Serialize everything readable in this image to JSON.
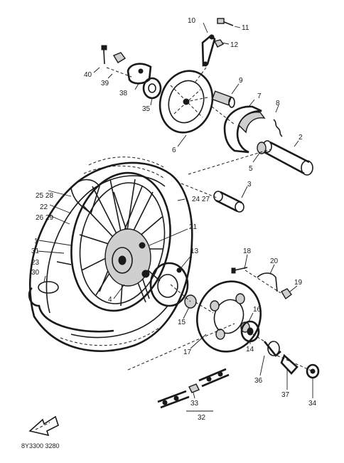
{
  "diagram": {
    "drawing_code": "8Y3300 3280",
    "callouts": [
      {
        "id": "c1",
        "text": "1"
      },
      {
        "id": "c2",
        "text": "2"
      },
      {
        "id": "c3",
        "text": "3"
      },
      {
        "id": "c4",
        "text": "4"
      },
      {
        "id": "c5",
        "text": "5"
      },
      {
        "id": "c6",
        "text": "6"
      },
      {
        "id": "c7",
        "text": "7"
      },
      {
        "id": "c8",
        "text": "8"
      },
      {
        "id": "c9",
        "text": "9"
      },
      {
        "id": "c10",
        "text": "10"
      },
      {
        "id": "c11",
        "text": "11"
      },
      {
        "id": "c12",
        "text": "12"
      },
      {
        "id": "c13",
        "text": "13"
      },
      {
        "id": "c14",
        "text": "14"
      },
      {
        "id": "c15",
        "text": "15"
      },
      {
        "id": "c16",
        "text": "16"
      },
      {
        "id": "c17",
        "text": "17"
      },
      {
        "id": "c18",
        "text": "18"
      },
      {
        "id": "c19",
        "text": "19"
      },
      {
        "id": "c20",
        "text": "20"
      },
      {
        "id": "c21",
        "text": "21"
      },
      {
        "id": "c22",
        "text": "22"
      },
      {
        "id": "c23",
        "text": "23"
      },
      {
        "id": "c2528",
        "text": "25 28"
      },
      {
        "id": "c2629",
        "text": "26 29"
      },
      {
        "id": "c2427",
        "text": "24 27"
      },
      {
        "id": "c30",
        "text": "30"
      },
      {
        "id": "c31",
        "text": "31"
      },
      {
        "id": "c32",
        "text": "32"
      },
      {
        "id": "c33",
        "text": "33"
      },
      {
        "id": "c34",
        "text": "34"
      },
      {
        "id": "c35",
        "text": "35"
      },
      {
        "id": "c36",
        "text": "36"
      },
      {
        "id": "c37",
        "text": "37"
      },
      {
        "id": "c38",
        "text": "38"
      },
      {
        "id": "c39",
        "text": "39"
      },
      {
        "id": "c40",
        "text": "40"
      }
    ]
  }
}
